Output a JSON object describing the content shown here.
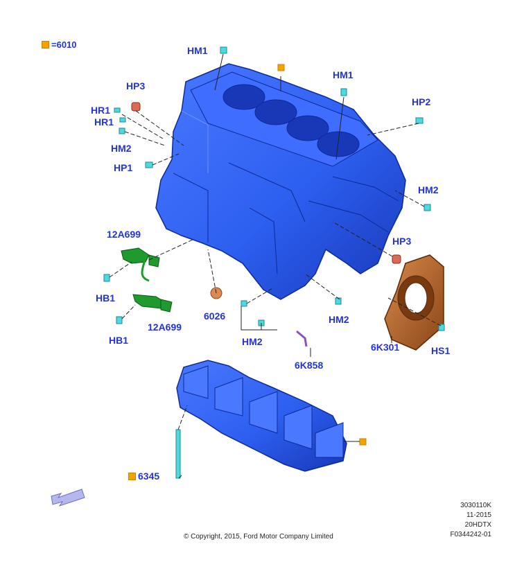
{
  "legend": {
    "label": "=6010",
    "color": "#f5a200"
  },
  "callouts": {
    "hm1_top": "HM1",
    "hm1_right": "HM1",
    "hp3_left": "HP3",
    "hr1_a": "HR1",
    "hr1_b": "HR1",
    "hm2_left": "HM2",
    "hp1": "HP1",
    "hp2": "HP2",
    "hm2_right": "HM2",
    "hp3_right": "HP3",
    "a12a699_top": "12A699",
    "hb1_top": "HB1",
    "a12a699_bottom": "12A699",
    "hb1_bottom": "HB1",
    "p6026": "6026",
    "hm2_mid": "HM2",
    "hm2_lower": "HM2",
    "p6k858": "6K858",
    "p6k301": "6K301",
    "hs1": "HS1",
    "p6345": "6345"
  },
  "reference": {
    "line1": "3030110K",
    "line2": "11-2015",
    "line3": "20HDTX",
    "line4": "F0344242-01"
  },
  "copyright": "© Copyright, 2015, Ford Motor Company Limited",
  "colors": {
    "block": "#2d5ff0",
    "block_dark": "#1a3fc2",
    "label": "#2233dd",
    "bolt": "#4fd8e0",
    "sensor": "#1e9a2e",
    "seal": "#b8632a",
    "plug": "#d96a55",
    "probe": "#8a4fc7",
    "marker": "#f5a200"
  },
  "icons": [
    "view-direction-arrow-icon",
    "orange-square-marker-icon"
  ]
}
